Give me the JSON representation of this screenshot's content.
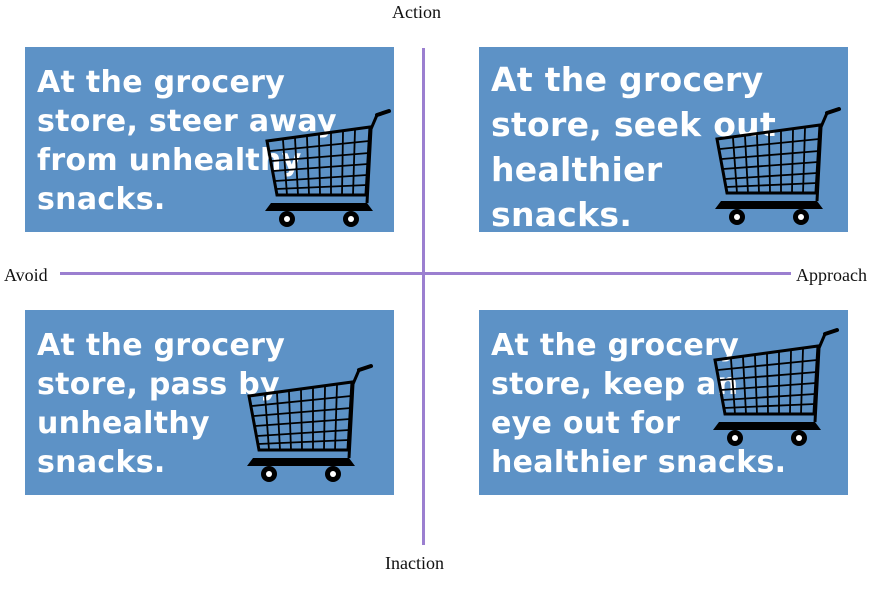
{
  "colors": {
    "card": "#5d92c6",
    "axis": "#9b7fd0",
    "cart": "#000000"
  },
  "axes": {
    "top": "Action",
    "bottom": "Inaction",
    "left": "Avoid",
    "right": "Approach"
  },
  "cards": {
    "top_left": {
      "lines": [
        "At the grocery",
        "store, steer away",
        "from unhealthy",
        "snacks."
      ],
      "icon": "shopping-cart-icon"
    },
    "top_right": {
      "lines": [
        "At the grocery",
        "store, seek out",
        "healthier",
        "snacks."
      ],
      "icon": "shopping-cart-icon"
    },
    "bottom_left": {
      "lines": [
        "At the grocery",
        "store, pass by",
        "unhealthy",
        "snacks."
      ],
      "icon": "shopping-cart-icon"
    },
    "bottom_right": {
      "lines": [
        "At the grocery",
        "store, keep an",
        "eye out for",
        "healthier snacks."
      ],
      "icon": "shopping-cart-icon"
    }
  }
}
